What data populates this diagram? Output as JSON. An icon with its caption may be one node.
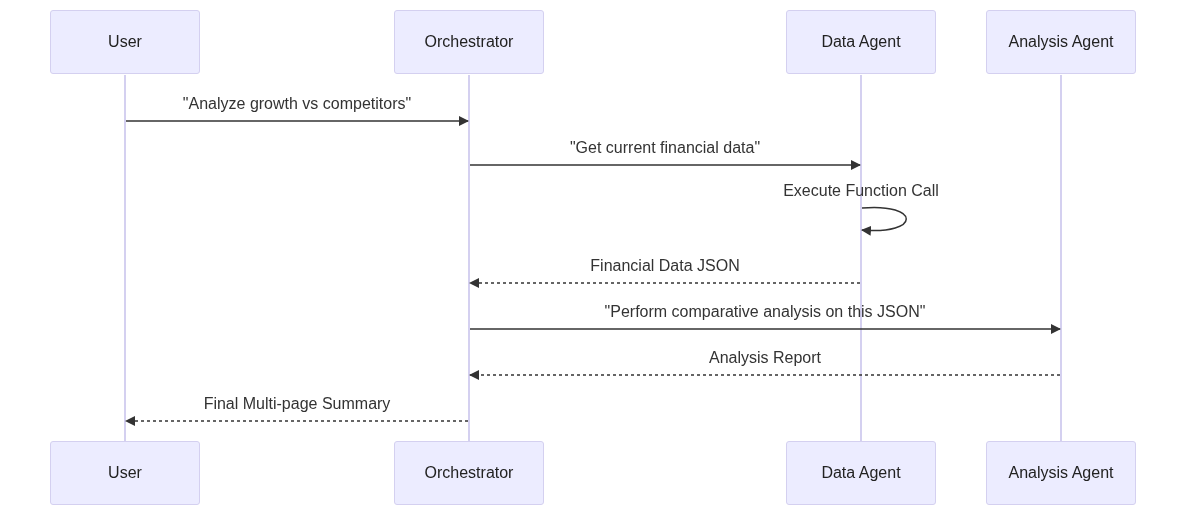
{
  "diagram": {
    "nodes": [
      {
        "text": [
          "User"
        ]
      },
      {
        "text": [
          "Orchestrator"
        ]
      },
      {
        "text": [
          "Data Agent"
        ]
      },
      {
        "text": [
          "Analysis Agent"
        ]
      },
      {
        "text": [
          "User"
        ]
      },
      {
        "text": [
          "Orchestrator"
        ]
      },
      {
        "text": [
          "Data Agent"
        ]
      },
      {
        "text": [
          "Analysis Agent"
        ]
      },
      {
        "text": [],
        "shape": "line"
      },
      {
        "text": [],
        "shape": "line"
      },
      {
        "text": [],
        "shape": "line"
      },
      {
        "text": [],
        "shape": "line"
      }
    ],
    "edges": [
      {
        "from": 8,
        "to": 9,
        "arrow": "to",
        "label": "\"Analyze growth vs competitors\""
      },
      {
        "from": 9,
        "to": 10,
        "arrow": "to",
        "label": "\"Get current financial data\""
      },
      {
        "from": 10,
        "to": 10,
        "arrow": "to",
        "label": "Execute Function Call"
      },
      {
        "from": 10,
        "to": 9,
        "arrow": "to",
        "label": "Financial Data JSON",
        "style": "dashed"
      },
      {
        "from": 9,
        "to": 11,
        "arrow": "to",
        "label": "\"Perform comparative analysis on this JSON\""
      },
      {
        "from": 11,
        "to": 9,
        "arrow": "to",
        "label": "Analysis Report",
        "style": "dashed"
      },
      {
        "from": 9,
        "to": 8,
        "arrow": "to",
        "label": "Final Multi-page Summary",
        "style": "dashed"
      }
    ]
  }
}
